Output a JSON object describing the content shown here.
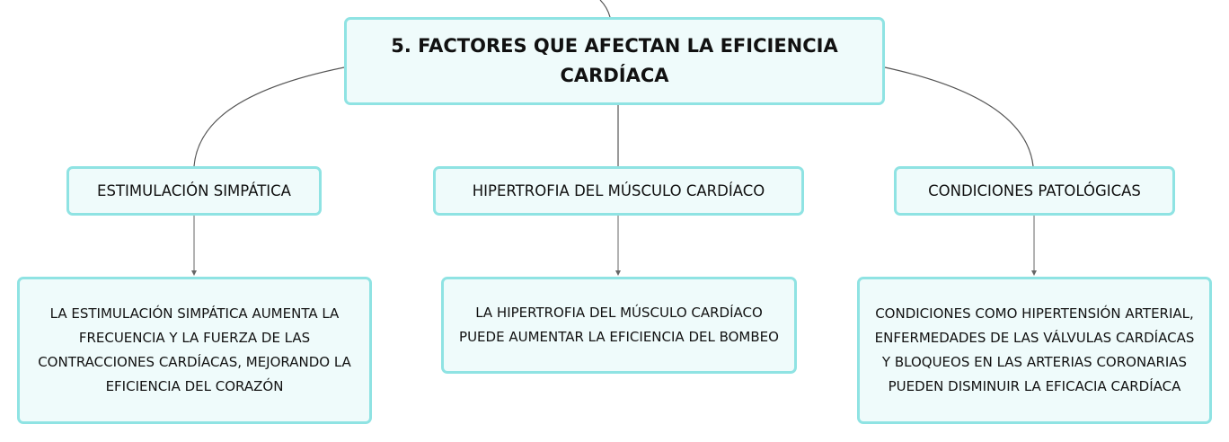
{
  "diagram": {
    "root": {
      "label": "5. FACTORES QUE AFECTAN LA EFICIENCIA CARDÍACA"
    },
    "branches": [
      {
        "label": "ESTIMULACIÓN SIMPÁTICA",
        "detail": "LA ESTIMULACIÓN SIMPÁTICA AUMENTA LA FRECUENCIA Y LA FUERZA DE LAS CONTRACCIONES CARDÍACAS, MEJORANDO LA EFICIENCIA DEL CORAZÓN"
      },
      {
        "label": "HIPERTROFIA DEL MÚSCULO CARDÍACO",
        "detail": "LA HIPERTROFIA DEL MÚSCULO CARDÍACO PUEDE AUMENTAR LA EFICIENCIA DEL BOMBEO"
      },
      {
        "label": "CONDICIONES PATOLÓGICAS",
        "detail": "CONDICIONES COMO HIPERTENSIÓN ARTERIAL, ENFERMEDADES DE LAS VÁLVULAS CARDÍACAS Y BLOQUEOS EN LAS ARTERIAS CORONARIAS PUEDEN DISMINUIR LA EFICACIA CARDÍACA"
      }
    ]
  },
  "colors": {
    "node_fill": "#effbfb",
    "node_border": "#8fe3e3",
    "connector": "#666666",
    "text": "#111111"
  }
}
